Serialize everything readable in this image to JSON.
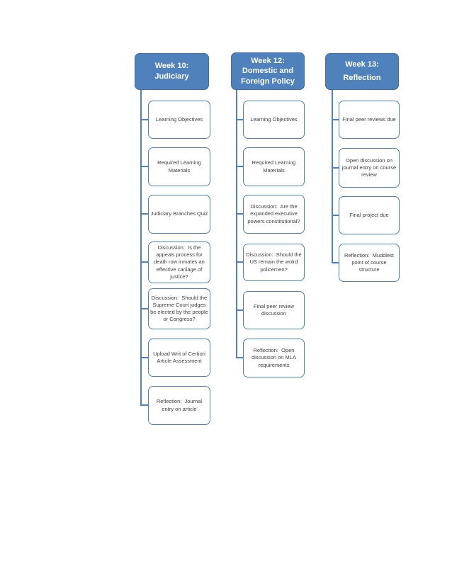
{
  "colors": {
    "accent": "#4f81bd",
    "accent_dark": "#416ea5",
    "header_text": "#ffffff",
    "item_text": "#404040"
  },
  "diagram": {
    "columns": [
      {
        "header": "Week 10: Judiciary",
        "items": [
          "Learning Objectives",
          "Required Learning Materials",
          "Judiciary Branches Quiz",
          "Discussion:  Is the appeals process for death row inmates an effective cariiage of justice?",
          "Discussion:  Should the Supreme Court judges be elected by the people or Congress?",
          "Upload Writ of Certiori Article Assessment",
          "Reflection:  Journal entry on article"
        ]
      },
      {
        "header": "Week 12: Domestic and Foreign Policy",
        "items": [
          "Learning Objectives",
          "Required Learning Materials",
          "Discussion:  Are the expanded executive powers constitutional?",
          "Discussion:  Should the US remain the wolrd policemen?",
          "Final peer review discussion",
          "Reflection:  Open discussion on MLA requirements"
        ]
      },
      {
        "header": "Week 13: Reflection",
        "items": [
          "Final peer reviews due",
          "Open discussion on journal entry on course review",
          "Final project due",
          "Reflection:  Muddiest point of course structure"
        ]
      }
    ]
  }
}
